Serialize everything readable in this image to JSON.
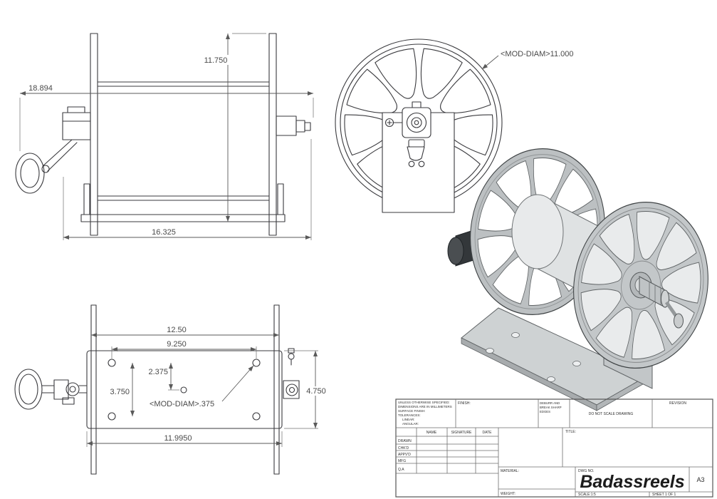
{
  "views": {
    "front": {
      "dim_overall_width": "18.894",
      "dim_overall_height": "11.750",
      "dim_drum_width": "16.325"
    },
    "side": {
      "dim_wheel_diameter": "<MOD-DIAM>11.000"
    },
    "bottom": {
      "dim_outer_span": "12.50",
      "dim_hole_span": "9.250",
      "dim_center_offset": "2.375",
      "dim_hole_row_gap": "3.750",
      "dim_hole_callout": "<MOD-DIAM>.375",
      "dim_plate_length": "11.9950",
      "dim_plate_width": "4.750"
    }
  },
  "title_block": {
    "notes": [
      "UNLESS OTHERWISE SPECIFIED:",
      "DIMENSIONS ARE IN MILLIMETERS",
      "SURFACE FINISH:",
      "TOLERANCES:",
      "LINEAR:",
      "ANGULAR:"
    ],
    "finish_label": "FINISH:",
    "deburr_lines": [
      "DEBURR AND",
      "BREAK SHARP",
      "EDGES"
    ],
    "do_not_scale": "DO NOT SCALE DRAWING",
    "revision_label": "REVISION",
    "columns": {
      "name": "NAME",
      "signature": "SIGNATURE",
      "date": "DATE"
    },
    "rows": [
      "DRAWN",
      "CHK'D",
      "APPV'D",
      "MFG",
      "Q.A"
    ],
    "title_label": "TITLE:",
    "material_label": "MATERIAL:",
    "weight_label": "WEIGHT:",
    "dwg_no_label": "DWG NO.",
    "drawing_name": "Badassreels",
    "scale_label": "SCALE:1:5",
    "sheet_label": "SHEET 1 OF 1",
    "size_label": "A3"
  },
  "colors": {
    "line": "#3a3a3e",
    "dimension": "#5a5a5a",
    "metal_light": "#dfe2e3",
    "metal_mid": "#c3c7c9",
    "metal_dark": "#9da1a3",
    "motor_dark": "#33373a"
  }
}
